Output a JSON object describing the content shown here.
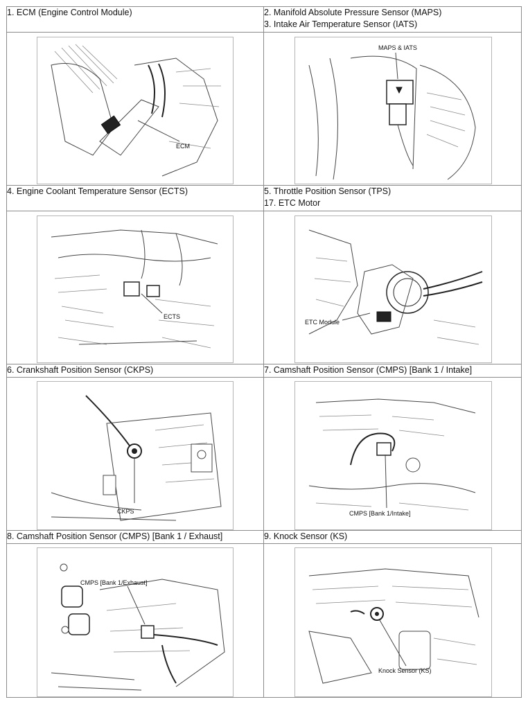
{
  "cells": {
    "r1_left": {
      "lines": [
        "1. ECM (Engine Control Module)"
      ]
    },
    "r1_right": {
      "lines": [
        "2. Manifold Absolute Pressure Sensor (MAPS)",
        "3. Intake Air Temperature Sensor (IATS)"
      ]
    },
    "r2_left": {
      "lines": [
        "4. Engine Coolant Temperature Sensor (ECTS)"
      ]
    },
    "r2_right": {
      "lines": [
        "5. Throttle Position Sensor (TPS)",
        "17. ETC Motor"
      ]
    },
    "r3_left": {
      "lines": [
        "6. Crankshaft Position Sensor (CKPS)"
      ]
    },
    "r3_right": {
      "lines": [
        "7. Camshaft Position Sensor (CMPS) [Bank 1 / Intake]"
      ]
    },
    "r4_left": {
      "lines": [
        "8. Camshaft Position Sensor (CMPS) [Bank 1 / Exhaust]"
      ]
    },
    "r4_right": {
      "lines": [
        "9. Knock Sensor (KS)"
      ]
    }
  },
  "figures": {
    "ecm": {
      "callout": "ECM"
    },
    "maps": {
      "callout": "MAPS & IATS"
    },
    "ects": {
      "callout": "ECTS"
    },
    "tps": {
      "callout": "ETC Module"
    },
    "ckps": {
      "callout": "CKPS"
    },
    "cmps_intake": {
      "callout": "CMPS [Bank 1/Intake]"
    },
    "cmps_exhaust": {
      "callout": "CMPS [Bank 1/Exhaust]"
    },
    "ks": {
      "callout": "Knock Sensor (KS)"
    }
  }
}
